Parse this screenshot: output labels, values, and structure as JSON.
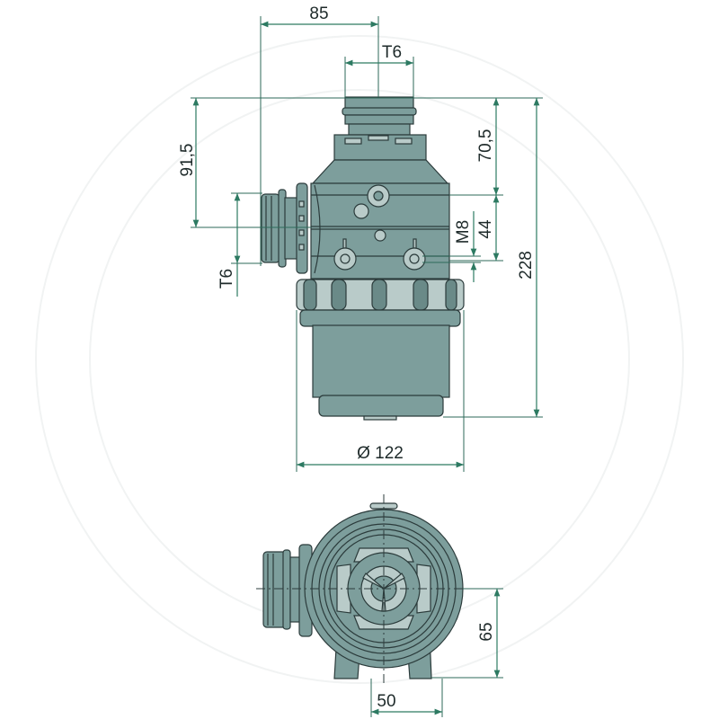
{
  "drawing": {
    "title": "Suction filter dimension drawing",
    "dimensions": {
      "width_to_port": "85",
      "top_thread": "T6",
      "port_height": "91,5",
      "side_thread": "T6",
      "upper_height": "70,5",
      "mount_thread": "M8",
      "bolt_spacing": "44",
      "total_height": "228",
      "diameter": "Ø 122",
      "foot_height": "65",
      "foot_spacing": "50"
    },
    "colors": {
      "body": "#7d9e9c",
      "highlight": "#b9cbc9",
      "dimension_line": "#2d7a62",
      "outline": "#2b3b3b"
    }
  }
}
